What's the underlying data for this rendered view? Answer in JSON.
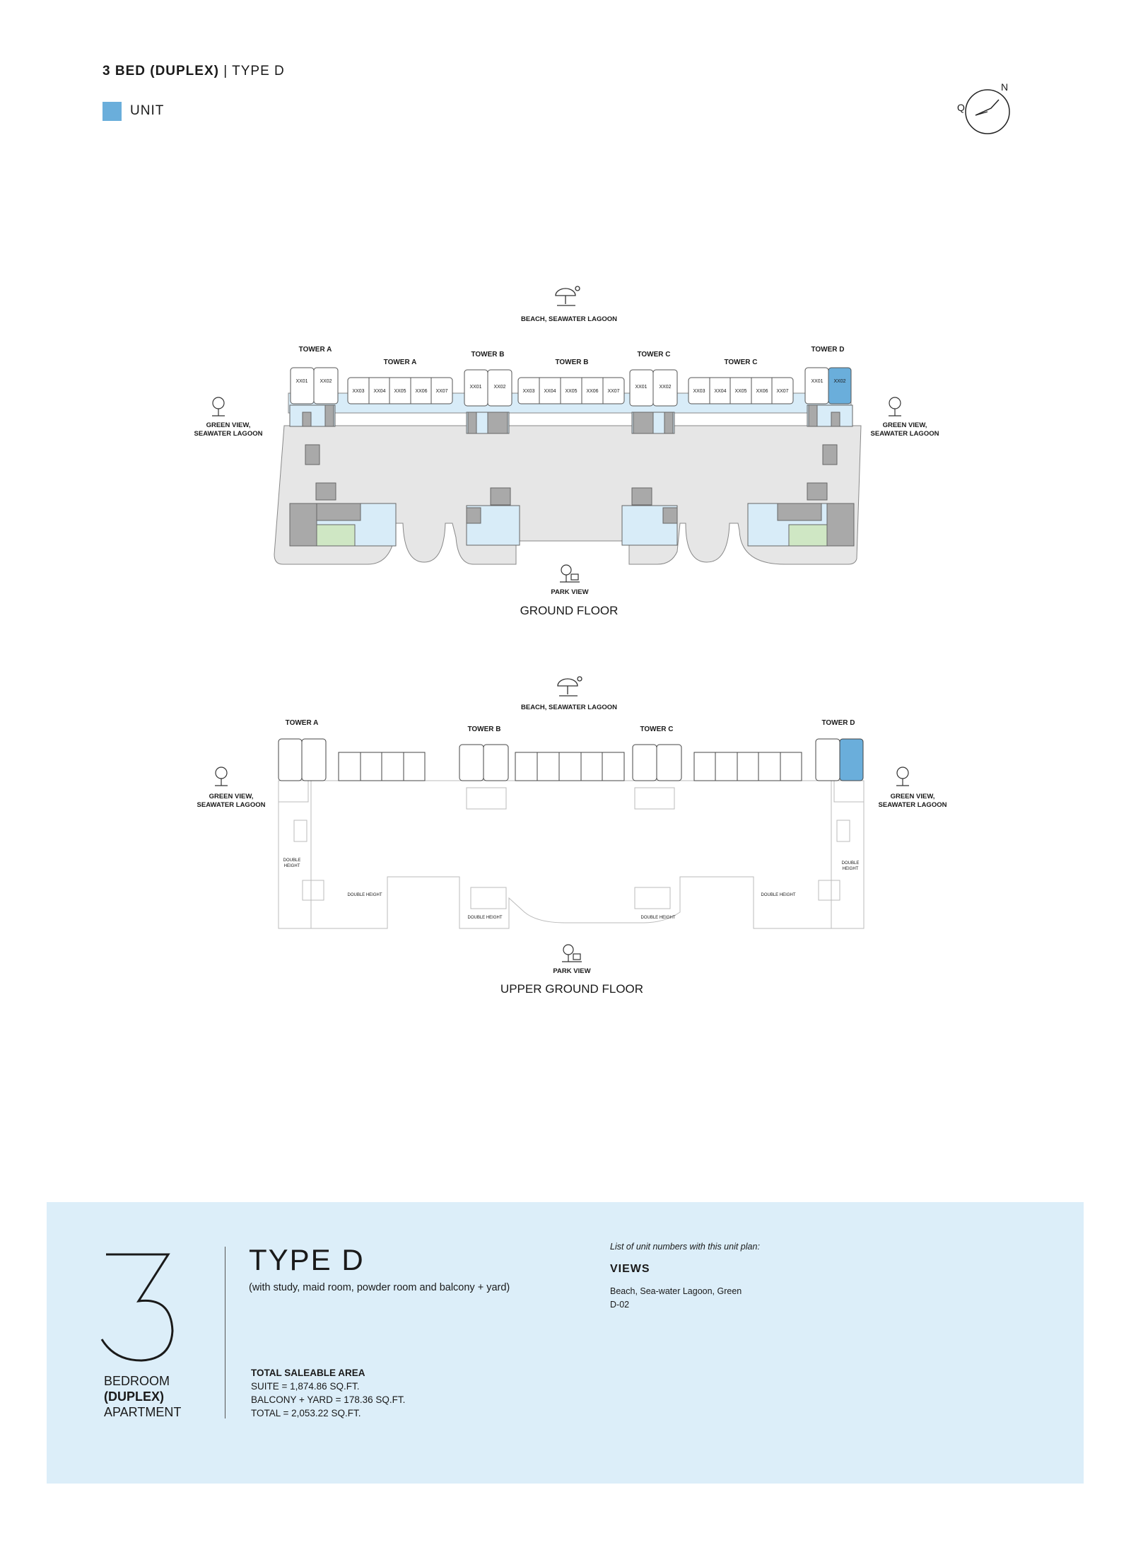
{
  "header": {
    "title_bold": "3 BED (DUPLEX)",
    "title_sep": "|",
    "title_rest": "TYPE D"
  },
  "legend": {
    "label": "UNIT",
    "color": "#6aaedb"
  },
  "compass": {
    "left_letter": "Q",
    "north_letter": "N"
  },
  "ground_floor": {
    "title": "GROUND FLOOR",
    "top_view": "BEACH, SEAWATER LAGOON",
    "left_view": [
      "GREEN VIEW,",
      "SEAWATER LAGOON"
    ],
    "right_view": [
      "GREEN VIEW,",
      "SEAWATER LAGOON"
    ],
    "bottom_view": "PARK VIEW",
    "towers": [
      "TOWER A",
      "TOWER A",
      "TOWER B",
      "TOWER B",
      "TOWER C",
      "TOWER C",
      "TOWER D"
    ],
    "pair_units": [
      "XX01",
      "XX02"
    ],
    "row_units": [
      "XX03",
      "XX04",
      "XX05",
      "XX06",
      "XX07"
    ],
    "highlighted_unit": "XX02"
  },
  "upper_ground_floor": {
    "title": "UPPER GROUND FLOOR",
    "top_view": "BEACH, SEAWATER LAGOON",
    "left_view": [
      "GREEN VIEW,",
      "SEAWATER LAGOON"
    ],
    "right_view": [
      "GREEN VIEW,",
      "SEAWATER LAGOON"
    ],
    "bottom_view": "PARK VIEW",
    "towers": [
      "TOWER A",
      "TOWER B",
      "TOWER C",
      "TOWER D"
    ],
    "double_height": [
      "DOUBLE",
      "HEIGHT",
      "DOUBLE HEIGHT"
    ]
  },
  "summary": {
    "bedrooms": "3",
    "bedroom_lines": [
      "BEDROOM",
      "(DUPLEX)",
      "APARTMENT"
    ],
    "type": "TYPE D",
    "subtitle": "(with study, maid room, powder room and balcony + yard)",
    "area_heading": "TOTAL SALEABLE AREA",
    "area_lines": [
      "SUITE = 1,874.86 SQ.FT.",
      "BALCONY + YARD = 178.36 SQ.FT.",
      "TOTAL = 2,053.22 SQ.FT."
    ],
    "list_caption": "List of unit numbers with this unit plan:",
    "views_heading": "VIEWS",
    "views_text": "Beach, Sea-water Lagoon, Green",
    "unit_numbers": "D-02"
  },
  "colors": {
    "unit": "#6aaedb",
    "panel": "#dceef9",
    "corridor": "#d8ecf8",
    "podium": "#e6e6e6",
    "core": "#a9a9a9",
    "green": "#cfe7c4"
  }
}
